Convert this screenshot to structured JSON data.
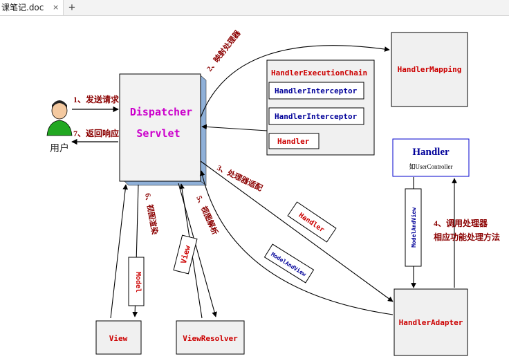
{
  "tab": {
    "title": "课笔记.doc",
    "close_icon": "×",
    "add_icon": "+"
  },
  "diagram": {
    "dispatcher": {
      "line1": "Dispatcher",
      "line2": "Servlet"
    },
    "user_label": "用户",
    "handler_execution_chain": {
      "title": "HandlerExecutionChain",
      "interceptor1": "HandlerInterceptor",
      "interceptor2": "HandlerInterceptor",
      "handler": "Handler"
    },
    "handler_mapping": "HandlerMapping",
    "handler_box": {
      "title": "Handler",
      "subtitle": "如UserController"
    },
    "handler_adapter": "HandlerAdapter",
    "view": "View",
    "view_resolver": "ViewResolver",
    "tags": {
      "handler": "Handler",
      "model_and_view": "ModelAndView",
      "model_and_view_vertical": "ModelAndView",
      "model": "Model",
      "view": "View"
    },
    "steps": {
      "s1": "1、发送请求",
      "s2": "2、映射处理器",
      "s3": "3、处理器适配",
      "s4_line1": "4、调用处理器",
      "s4_line2": "相应功能处理方法",
      "s5": "5、视图解析",
      "s6": "6、视图渲染",
      "s7": "7、返回响应"
    },
    "colors": {
      "box_border": "#000000",
      "dispatcher_text": "#cc00cc",
      "component_text": "#cc0000",
      "interceptor_text": "#000099",
      "handler_title": "#000099",
      "step_text": "#8b0000",
      "blue_border": "#0000cc",
      "shadow": "#8fb0d8"
    }
  }
}
